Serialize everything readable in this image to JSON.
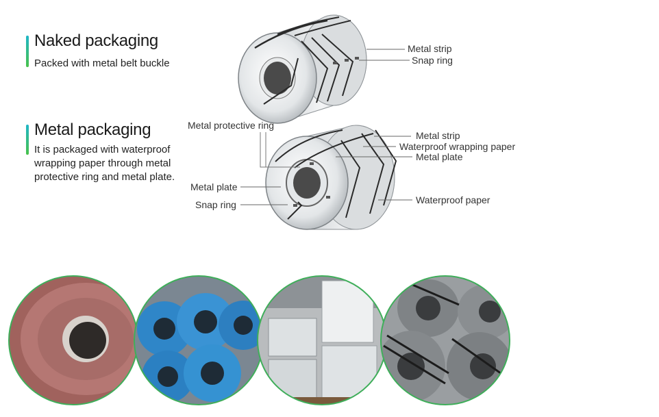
{
  "naked": {
    "title": "Naked packaging",
    "desc": "Packed with metal belt buckle"
  },
  "metal": {
    "title": "Metal packaging",
    "desc_lines": [
      "It is packaged with waterproof",
      "wrapping paper through metal",
      "protective ring and metal plate."
    ]
  },
  "callouts": {
    "naked_metal_strip": "Metal strip",
    "naked_snap_ring": "Snap ring",
    "metal_protective_ring": "Metal protective ring",
    "metal_strip": "Metal strip",
    "waterproof_wrapping_paper": "Waterproof wrapping paper",
    "metal_plate_right": "Metal plate",
    "waterproof_paper": "Waterproof paper",
    "metal_plate_left": "Metal plate",
    "snap_ring": "Snap ring"
  },
  "colors": {
    "accent_top": "#1fb6c8",
    "accent_bottom": "#48c24a",
    "photo_ring": "#3fae5a"
  },
  "photos": [
    {
      "name": "red-coated-coil-photo"
    },
    {
      "name": "blue-wrapped-coils-photo"
    },
    {
      "name": "warehouse-packed-coils-photo"
    },
    {
      "name": "strapped-steel-coils-photo"
    }
  ]
}
